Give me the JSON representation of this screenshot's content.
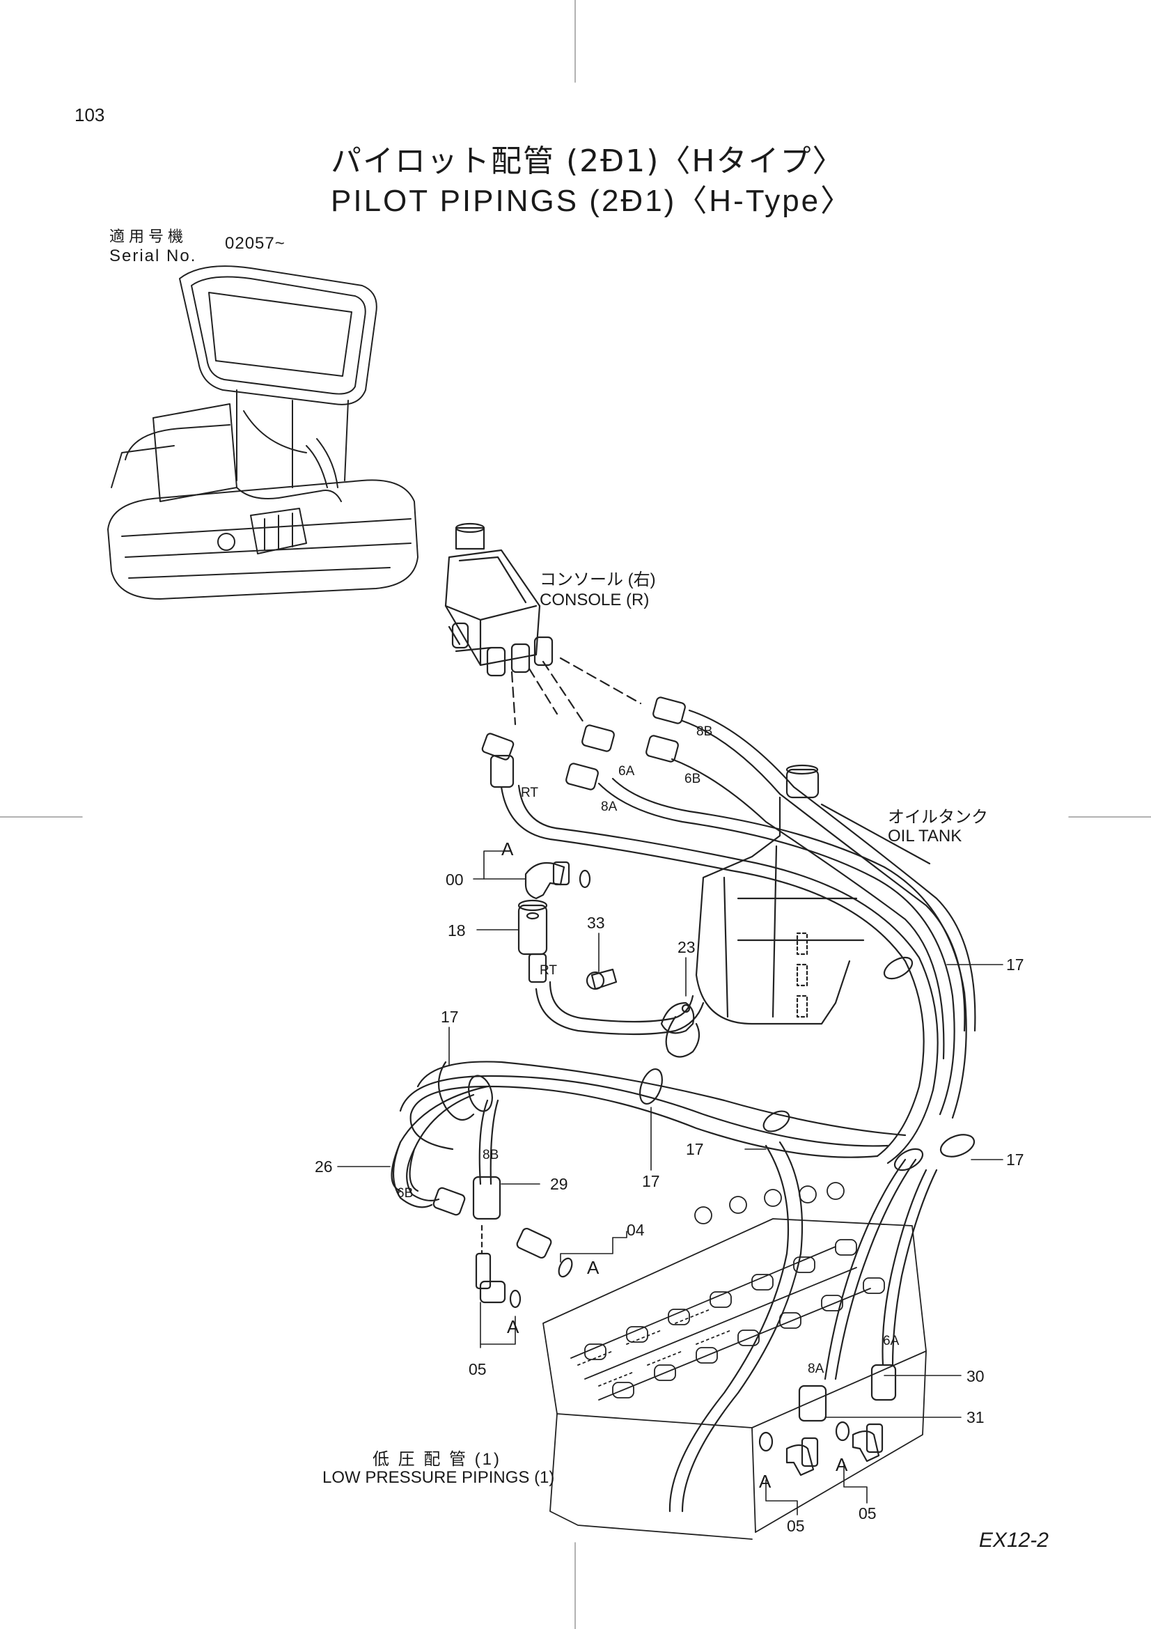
{
  "page": {
    "number": "103"
  },
  "title": {
    "jp": "パイロット配管 (2Đ1)〈Hタイプ〉",
    "en": "PILOT PIPINGS (2Đ1)〈H-Type〉"
  },
  "serial": {
    "jp": "適用号機",
    "en": "Serial No.",
    "value": "02057~"
  },
  "labels": {
    "console_jp": "コンソール (右)",
    "console_en": "CONSOLE (R)",
    "oiltank_jp": "オイルタンク",
    "oiltank_en": "OIL TANK",
    "lowpress_jp": "低 圧 配 管 (1)",
    "lowpress_en": "LOW PRESSURE PIPINGS (1)"
  },
  "hose_marks": {
    "rt_top": "RT",
    "rt_mid": "RT",
    "m8b_top": "8B",
    "m6a_top": "6A",
    "m6b_top": "6B",
    "m8a_top": "8A",
    "m8b_left": "8B",
    "m6b_left": "6B",
    "m6a_right": "6A",
    "m8a_right": "8A"
  },
  "callouts": {
    "c00": "00",
    "c18": "18",
    "c33": "33",
    "c23": "23",
    "c17_right_top": "17",
    "c17_left": "17",
    "c17_mid": "17",
    "c17_center": "17",
    "c17_right_bottom": "17",
    "c26": "26",
    "c29": "29",
    "c04": "04",
    "c05_left": "05",
    "c30": "30",
    "c31": "31",
    "c05_bottom_mid": "05",
    "c05_bottom_right": "05"
  },
  "detail_tags": {
    "a1": "A",
    "a2": "A",
    "a3": "A",
    "a4": "A",
    "a5": "A"
  },
  "footer": {
    "code": "EX12-2"
  }
}
